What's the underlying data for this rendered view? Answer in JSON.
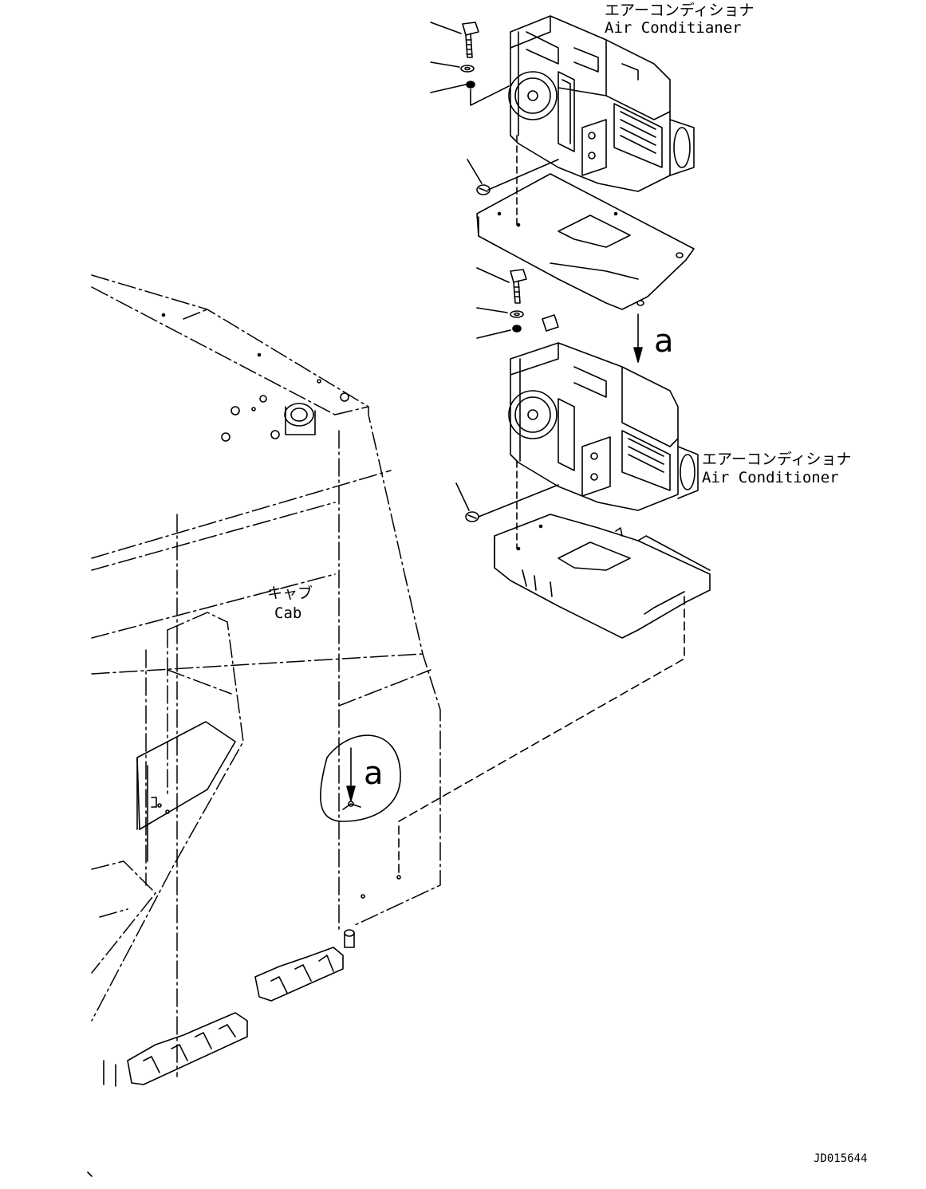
{
  "labels": {
    "ac_top_jp": "エアーコンディショナ",
    "ac_top_en": "Air Conditianer",
    "ac_bottom_jp": "エアーコンディショナ",
    "ac_bottom_en": "Air Conditioner",
    "cab_jp": "キャブ",
    "cab_en": "Cab",
    "arrow_a_top": "a",
    "arrow_a_detail": "a",
    "drawing_id": "JD015644"
  }
}
